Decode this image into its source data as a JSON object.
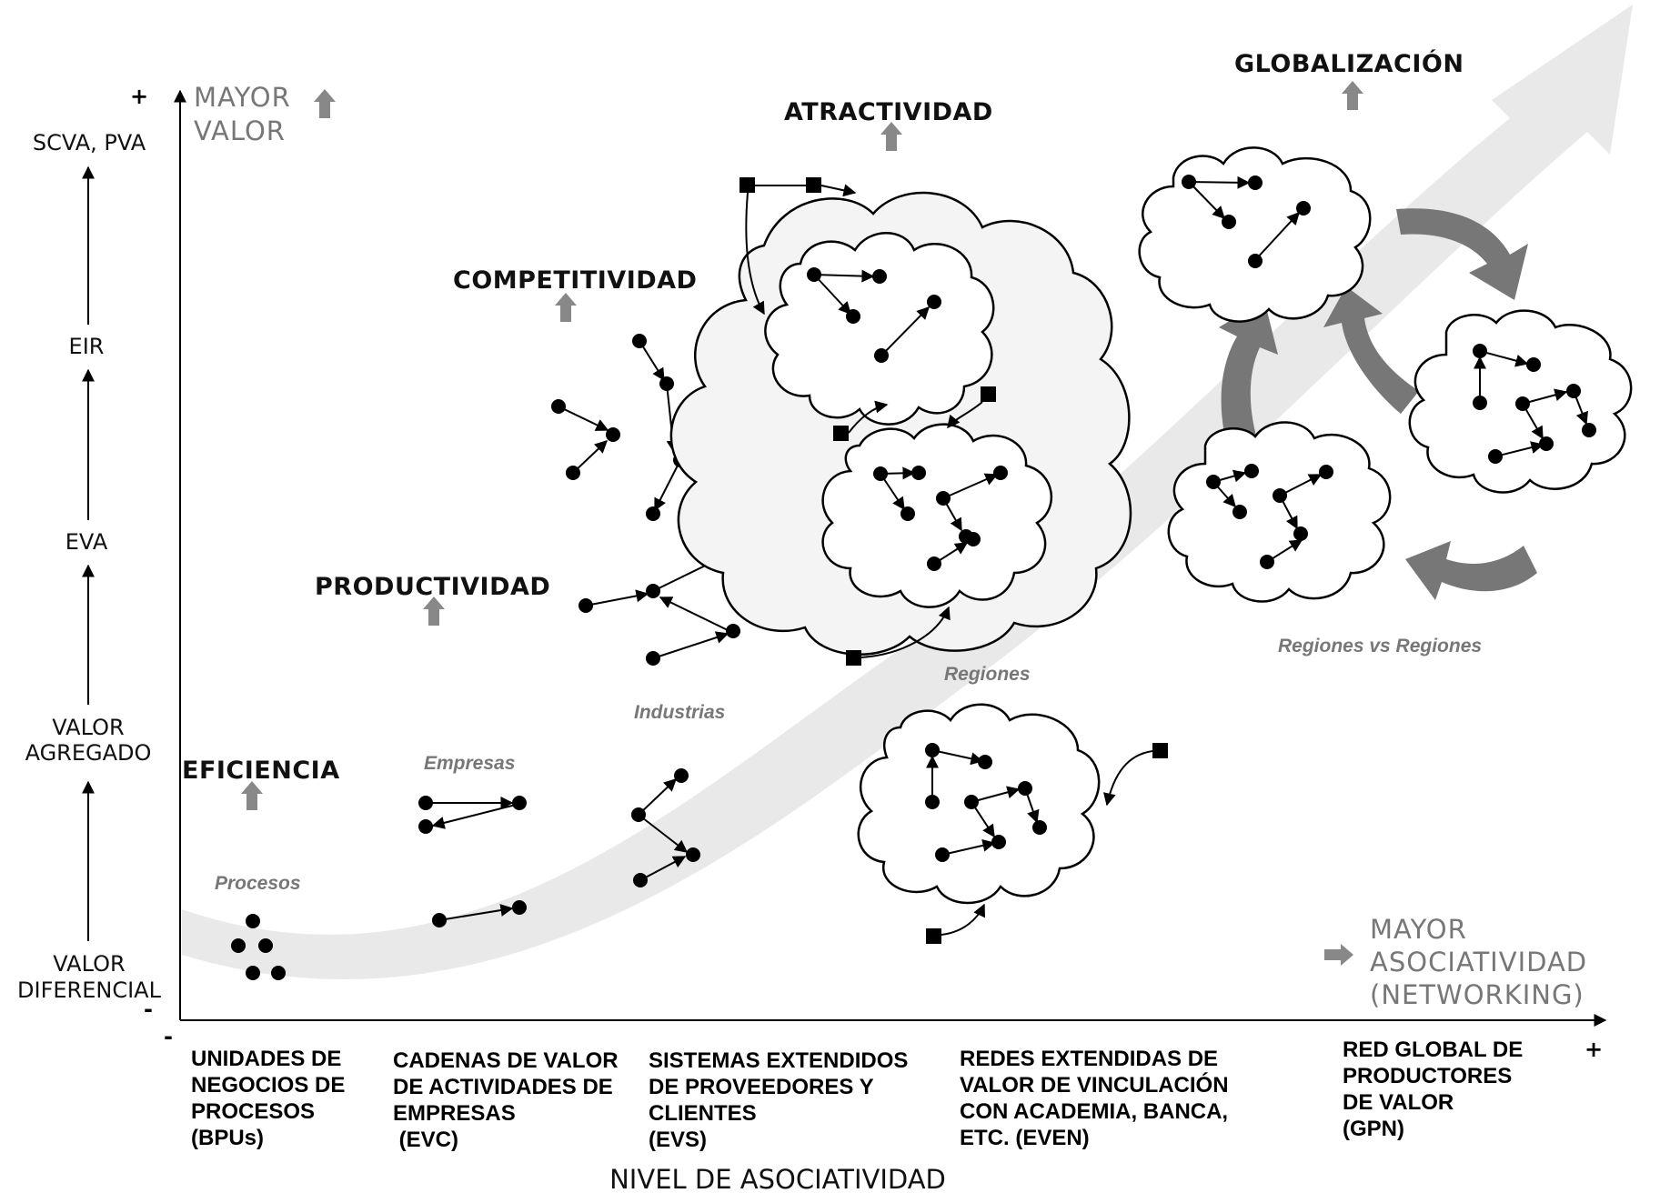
{
  "y_axis": {
    "plus_sign": "+",
    "minus_sign": "-",
    "header_line1": "MAYOR",
    "header_line2": "VALOR",
    "levels": [
      {
        "lines": [
          "SCVA, PVA"
        ]
      },
      {
        "lines": [
          "EIR"
        ]
      },
      {
        "lines": [
          "EVA"
        ]
      },
      {
        "lines": [
          "VALOR",
          "AGREGADO"
        ]
      },
      {
        "lines": [
          "VALOR",
          "DIFERENCIAL"
        ]
      }
    ]
  },
  "x_axis": {
    "minus_sign": "-",
    "plus_sign": "+",
    "header_lines": [
      "MAYOR",
      "ASOCIATIVIDAD",
      "(NETWORKING)"
    ],
    "title": "NIVEL DE ASOCIATIVIDAD",
    "categories": [
      {
        "lines": [
          "UNIDADES DE",
          "NEGOCIOS DE",
          "PROCESOS",
          "(BPUs)"
        ]
      },
      {
        "lines": [
          "CADENAS DE VALOR",
          "DE ACTIVIDADES DE",
          "EMPRESAS",
          " (EVC)"
        ]
      },
      {
        "lines": [
          "SISTEMAS EXTENDIDOS",
          "DE PROVEEDORES Y",
          "CLIENTES",
          "(EVS)"
        ]
      },
      {
        "lines": [
          "REDES EXTENDIDAS DE",
          "VALOR DE VINCULACIÓN",
          "CON ACADEMIA, BANCA,",
          "ETC. (EVEN)"
        ]
      },
      {
        "lines": [
          "RED GLOBAL DE",
          "PRODUCTORES",
          "DE VALOR",
          "(GPN)"
        ]
      }
    ]
  },
  "stages": {
    "eficiencia": "EFICIENCIA",
    "productividad": "PRODUCTIVIDAD",
    "competitividad": "COMPETITIVIDAD",
    "atractividad": "ATRACTIVIDAD",
    "globalizacion": "GLOBALIZACIÓN"
  },
  "levels": {
    "procesos": "Procesos",
    "empresas": "Empresas",
    "industrias": "Industrias",
    "regiones": "Regiones",
    "regiones_vs": "Regiones vs Regiones"
  },
  "colors": {
    "band": "#e6e6e6",
    "grey_arrow": "#888888",
    "cycle_arrow": "#777777",
    "grey_text": "#777777"
  }
}
